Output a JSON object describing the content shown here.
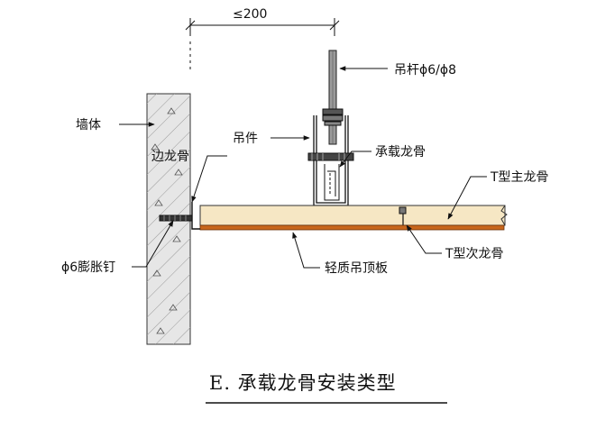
{
  "dimension": "≤200",
  "labels": {
    "rod": "吊杆ϕ6/ϕ8",
    "wall": "墙体",
    "hanger": "吊件",
    "carrier": "承载龙骨",
    "edge_keel": "边龙骨",
    "t_main": "T型主龙骨",
    "bolt": "ϕ6膨胀钉",
    "t_secondary": "T型次龙骨",
    "panel": "轻质吊顶板"
  },
  "caption": "E. 承载龙骨安装类型",
  "colors": {
    "wall_fill": "#e6e6e6",
    "main_keel": "#f6e7c4",
    "panel": "#c8661c",
    "line": "#111111"
  }
}
